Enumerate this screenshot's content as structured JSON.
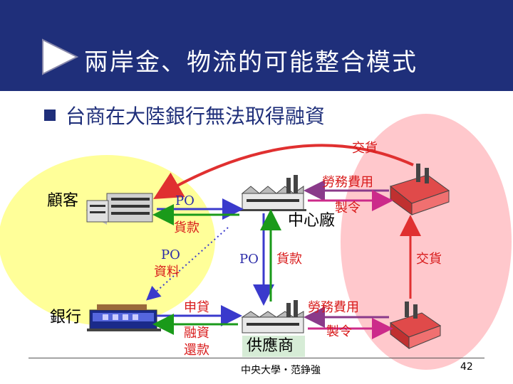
{
  "title": "兩岸金、物流的可能整合模式",
  "subtitle": "台商在大陸銀行無法取得融資",
  "nodes": {
    "customer": "顧客",
    "bank": "銀行",
    "center": "中心廠",
    "supplier": "供應商"
  },
  "labels": {
    "delivery_top": "交貨",
    "service_fee_top": "勞務費用",
    "po_top": "PO",
    "manufacture_top": "製令",
    "payment_top": "貨款",
    "po_data_1": "PO",
    "po_data_2": "資料",
    "po_mid": "PO",
    "payment_mid": "貨款",
    "delivery_right": "交貨",
    "loan_apply": "申貸",
    "service_fee_bottom": "勞務費用",
    "financing": "融資",
    "repay": "還款",
    "manufacture_bottom": "製令"
  },
  "footer": "中央大學・范錚強",
  "page_number": "42",
  "colors": {
    "header": "#1f2f7a",
    "yellow_ellipse": "#ffff99",
    "pink_ellipse": "#ffc8cc",
    "arrow_blue": "#3a3acc",
    "arrow_green": "#1a9a1a",
    "arrow_red": "#e03030",
    "arrow_purple": "#8a3a8a",
    "arrow_magenta": "#cc2a8a"
  }
}
